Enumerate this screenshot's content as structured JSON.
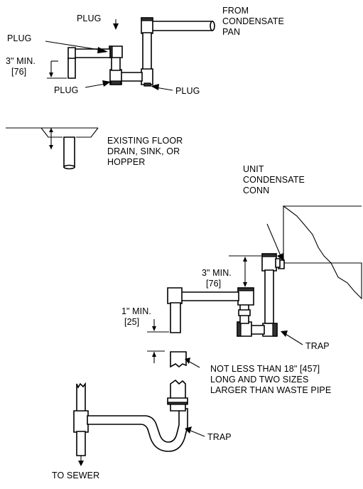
{
  "diagram": {
    "labels": {
      "plug_top": "PLUG",
      "plug_left": "PLUG",
      "plug_bottom_left": "PLUG",
      "plug_bottom_right": "PLUG",
      "from_condensate_pan": [
        "FROM",
        "CONDENSATE",
        "PAN"
      ],
      "min_3_top": [
        "3\" MIN.",
        "[76]"
      ],
      "existing_floor_drain": [
        "EXISTING FLOOR",
        "DRAIN, SINK, OR",
        "HOPPER"
      ],
      "unit_condensate_conn": [
        "UNIT",
        "CONDENSATE",
        "CONN"
      ],
      "min_3_mid": [
        "3\" MIN.",
        "[76]"
      ],
      "min_1": [
        "1\" MIN.",
        "[25]"
      ],
      "trap_mid": "TRAP",
      "not_less_than": [
        "NOT LESS THAN 18\" [457]",
        "LONG AND TWO SIZES",
        "LARGER THAN WASTE PIPE"
      ],
      "trap_bottom": "TRAP",
      "to_sewer": "TO SEWER"
    }
  }
}
